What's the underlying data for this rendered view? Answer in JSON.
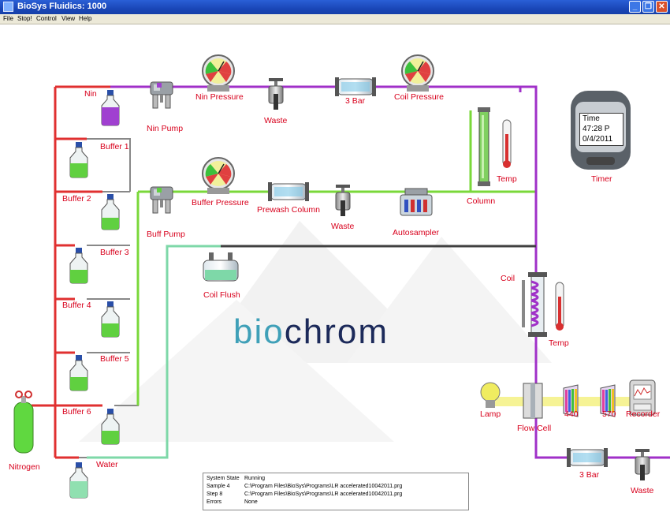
{
  "window": {
    "title": "BioSys Fluidics: 1000",
    "buttons": [
      "_",
      "❐",
      "✕"
    ]
  },
  "menu": [
    "File",
    "Stop!",
    "Control",
    "View",
    "Help"
  ],
  "labels": {
    "nin": "Nin",
    "nin_pump": "Nin Pump",
    "nin_pressure": "Nin Pressure",
    "waste_top": "Waste",
    "bar_top": "3 Bar",
    "coil_pressure": "Coil Pressure",
    "buffer1": "Buffer 1",
    "buffer2": "Buffer 2",
    "buffer3": "Buffer 3",
    "buffer4": "Buffer 4",
    "buffer5": "Buffer 5",
    "buffer6": "Buffer 6",
    "water": "Water",
    "nitrogen": "Nitrogen",
    "buff_pump": "Buff Pump",
    "buffer_pressure": "Buffer Pressure",
    "prewash_column": "Prewash Column",
    "waste_mid": "Waste",
    "autosampler": "Autosampler",
    "column": "Column",
    "temp_top": "Temp",
    "timer": "Timer",
    "coil_flush": "Coil Flush",
    "coil": "Coil",
    "temp_coil": "Temp",
    "lamp": "Lamp",
    "flow_cell": "Flow Cell",
    "d440": "440",
    "d570": "570",
    "recorder": "Recorder",
    "bar_bottom": "3 Bar",
    "waste_bottom": "Waste"
  },
  "brand": {
    "part1": "bio",
    "part2": "chrom"
  },
  "timer_display": {
    "line1": "Time",
    "line2": "47:28 P",
    "line3": "0/4/2011"
  },
  "status": [
    {
      "key": "System State",
      "value": "Running"
    },
    {
      "key": "Sample 4",
      "value": "C:\\Program Files\\BioSys\\Programs\\LR accelerated10042011.prg"
    },
    {
      "key": "Step 8",
      "value": "C:\\Program Files\\BioSys\\Programs\\LR accelerated10042011.prg"
    },
    {
      "key": "Errors",
      "value": "None"
    }
  ],
  "colors": {
    "nitrogen_line": "#e03030",
    "nin_line": "#a030c8",
    "buffer_line": "#7ad83a",
    "water_line": "#7ed8a8",
    "flush_line": "#404040",
    "label_red": "#d8001c",
    "label_blue": "#1a1ad8"
  }
}
